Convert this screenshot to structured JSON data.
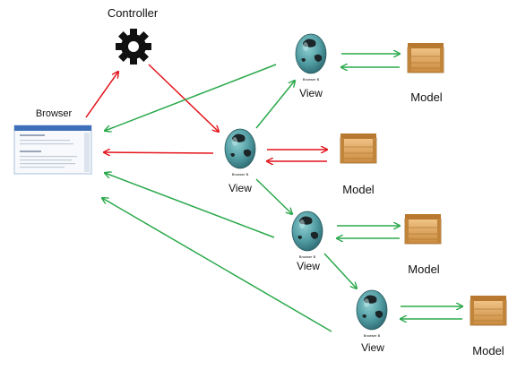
{
  "diagram": {
    "controller_label": "Controller",
    "browser_label": "Browser",
    "views": [
      {
        "label": "View"
      },
      {
        "label": "View"
      },
      {
        "label": "View"
      },
      {
        "label": "View"
      }
    ],
    "models": [
      {
        "label": "Model"
      },
      {
        "label": "Model"
      },
      {
        "label": "Model"
      },
      {
        "label": "Model"
      }
    ]
  },
  "colors": {
    "red_arrow": "#e3141b",
    "green_arrow": "#2aa84a",
    "egg_teal": "#4f9aa0",
    "crate_wood": "#d9a25a",
    "gear": "#111111"
  },
  "icons": [
    "gear-icon",
    "browser-window-icon",
    "egg-icon",
    "crate-icon"
  ]
}
